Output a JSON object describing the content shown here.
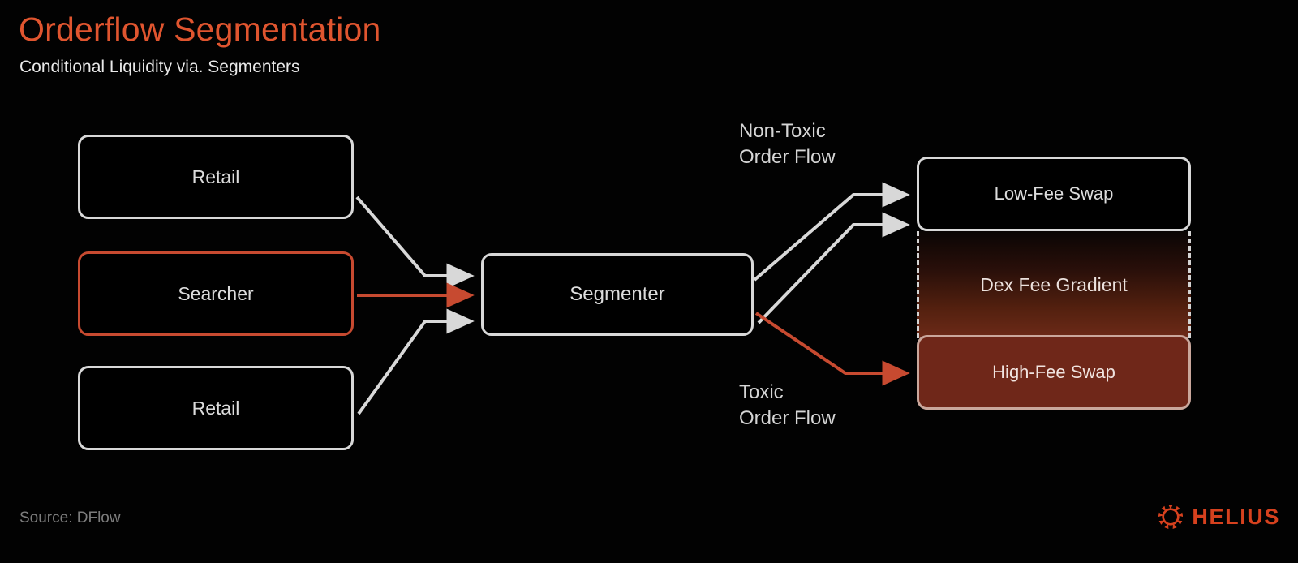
{
  "header": {
    "title": "Orderflow Segmentation",
    "subtitle": "Conditional Liquidity via. Segmenters",
    "title_color": "#e0552f"
  },
  "diagram": {
    "sources": [
      {
        "id": "retail-top",
        "label": "Retail",
        "style": "white"
      },
      {
        "id": "searcher",
        "label": "Searcher",
        "style": "orange"
      },
      {
        "id": "retail-bottom",
        "label": "Retail",
        "style": "white"
      }
    ],
    "processor": {
      "id": "segmenter",
      "label": "Segmenter",
      "style": "white"
    },
    "flow_labels": {
      "non_toxic": "Non-Toxic\nOrder Flow",
      "toxic": "Toxic\nOrder Flow"
    },
    "destinations": [
      {
        "id": "low-fee",
        "label": "Low-Fee Swap",
        "style": "outlined-black"
      },
      {
        "id": "fee-gradient",
        "label": "Dex Fee Gradient",
        "style": "dashed-gradient"
      },
      {
        "id": "high-fee",
        "label": "High-Fee Swap",
        "style": "filled-red"
      }
    ],
    "colors": {
      "white_stroke": "#d8d8d8",
      "orange_stroke": "#c74a30",
      "high_fee_fill": "#6f2719",
      "gradient_top": "#0a0504",
      "gradient_bottom": "#6d2a18"
    }
  },
  "footer": {
    "source": "Source: DFlow",
    "brand": "HELIUS",
    "brand_color": "#d6411e",
    "brand_icon": "helius-sun-icon"
  }
}
